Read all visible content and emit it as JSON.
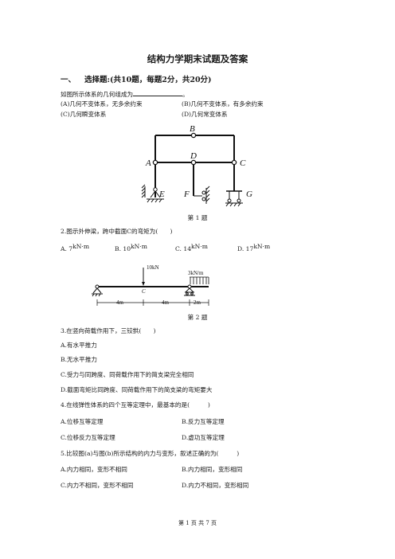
{
  "title": "结构力学期末试题及答案",
  "section": {
    "number": "一、",
    "heading": "选择题:(共10题，每题2分，共20分)"
  },
  "q1": {
    "stem": "如图所示体系的几何组成为",
    "stem_end": "。",
    "options": [
      "(A)几何不变体系，无多余约束",
      "(B)几何不变体系，有多余约束",
      "(C)几何瞬变体系",
      "(D)几何常变体系"
    ],
    "figure_labels": {
      "A": "A",
      "B": "B",
      "C": "C",
      "D": "D",
      "E": "E",
      "F": "F",
      "G": "G"
    },
    "caption": "第 1 题"
  },
  "q2": {
    "stem": "2.图示外伸梁，跨中截面C的弯矩为(　　)",
    "options": [
      {
        "prefix": "A. 7",
        "unit": "kN·m"
      },
      {
        "prefix": "B. 10",
        "unit": "kN·m"
      },
      {
        "prefix": "C. 14",
        "unit": "kN·m"
      },
      {
        "prefix": "D. 17",
        "unit": "kN·m"
      }
    ],
    "figure": {
      "point_load": "10kN",
      "dist_load": "3kN/m",
      "section": "C",
      "dims": [
        "4m",
        "4m",
        "2m"
      ]
    },
    "caption": "第 2 题"
  },
  "q3": {
    "stem": "3.在竖向荷载作用下，三铰拱(　　)",
    "options": [
      "A.有水平推力",
      "B.无水平推力",
      "C.受力与同跨度、同荷载作用下的简支梁完全相同",
      "D.截面弯矩比同跨度、同荷载作用下的简支梁的弯矩要大"
    ]
  },
  "q4": {
    "stem": "4.在线弹性体系的四个互等定理中，最基本的是(　　　)",
    "options": [
      "A.位移互等定理",
      "B.反力互等定理",
      "C.位移反力互等定理",
      "D.虚功互等定理"
    ]
  },
  "q5": {
    "stem": "5.比较图(a)与图(b)所示结构的内力与变形，叙述正确的为(　　　)",
    "options": [
      "A.内力相同，变形不相同",
      "B.内力相同，变形相同",
      "C.内力不相同，变形不相同",
      "D.内力不相同，变形相同"
    ]
  },
  "footer": "第 1 页 共 7 页"
}
